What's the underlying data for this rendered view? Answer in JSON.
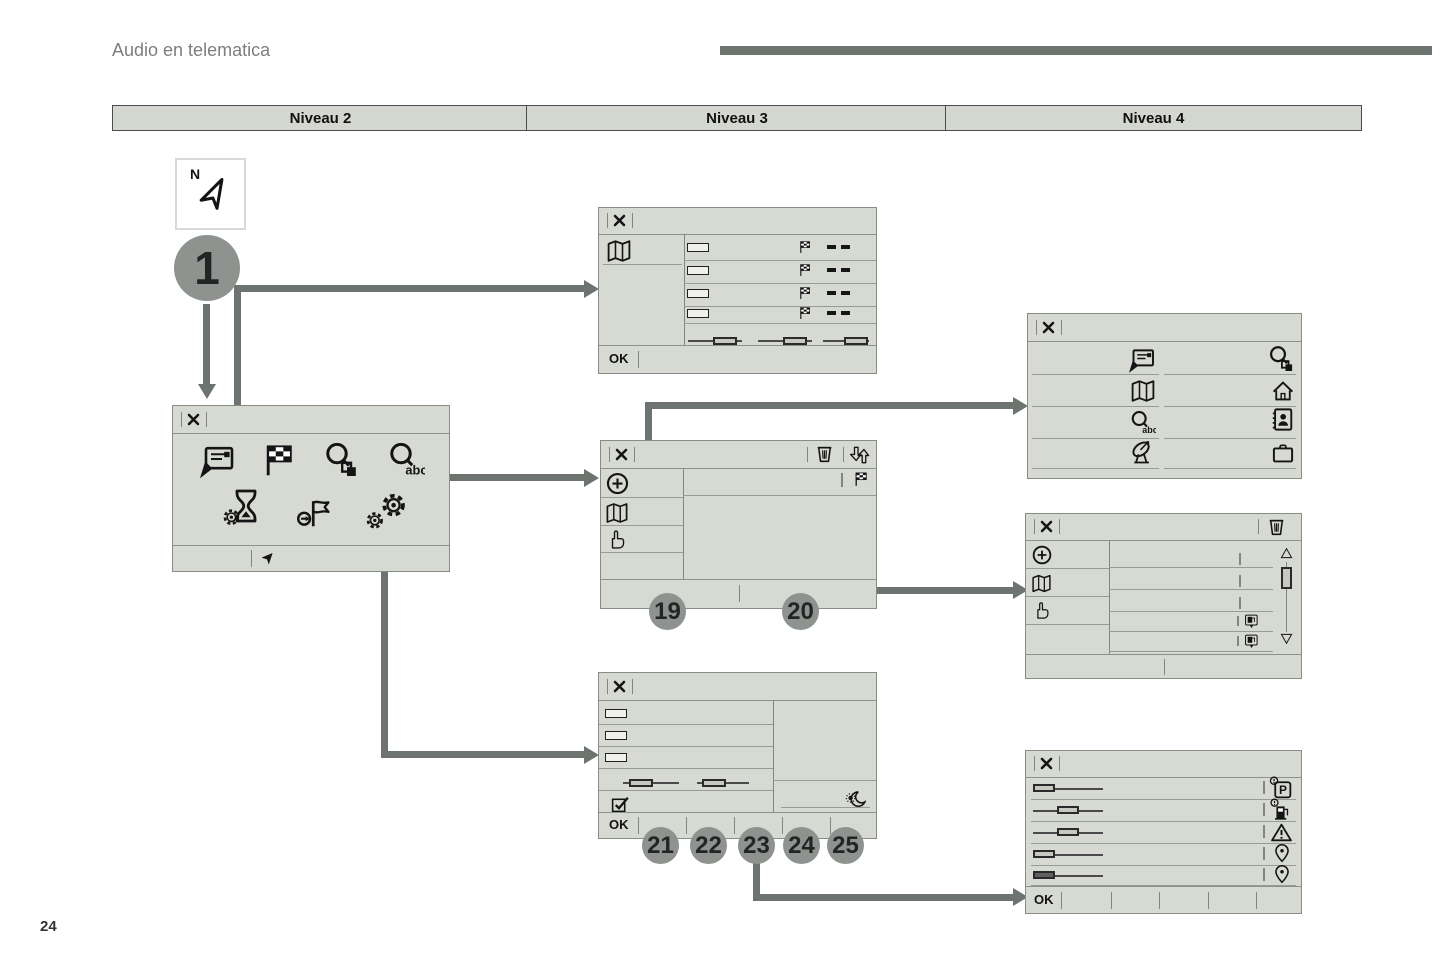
{
  "page": {
    "title": "Audio en telematica",
    "number": "24"
  },
  "header": {
    "columns": [
      {
        "label": "Niveau 2"
      },
      {
        "label": "Niveau 3"
      },
      {
        "label": "Niveau 4"
      }
    ]
  },
  "compass": {
    "north_letter": "N"
  },
  "labels": {
    "ok": "OK",
    "value_dashes": "- -"
  },
  "callouts": {
    "step": "1",
    "items": [
      "19",
      "20",
      "21",
      "22",
      "23",
      "24",
      "25"
    ]
  },
  "colors": {
    "panel_bg": "#d7d9d3",
    "panel_border": "#898c85",
    "separator_line": "#999c95",
    "connector": "#6d7470",
    "callout_bg": "#8f938f",
    "header_bg": "#d4d6d0",
    "accent_bar": "#6d7470",
    "icon_ink": "#141414"
  },
  "icons": [
    "close-icon",
    "north-compass-icon",
    "enter-address-icon",
    "checkered-flag-icon",
    "search-poi-icon",
    "search-by-name-icon",
    "hourglass-gear-icon",
    "waypoint-flag-icon",
    "settings-gears-icon",
    "back-cursor-icon",
    "folded-map-icon",
    "add-destination-icon",
    "hand-pointer-icon",
    "trash-icon",
    "sort-arrows-icon",
    "day-night-icon",
    "checkbox-checked-icon",
    "home-icon",
    "contacts-book-icon",
    "briefcase-icon",
    "satellite-dish-icon",
    "fuel-pump-icon",
    "parking-alert-icon",
    "fuel-alert-icon",
    "warning-icon",
    "location-pin-icon",
    "scroll-up-icon",
    "scroll-down-icon"
  ]
}
